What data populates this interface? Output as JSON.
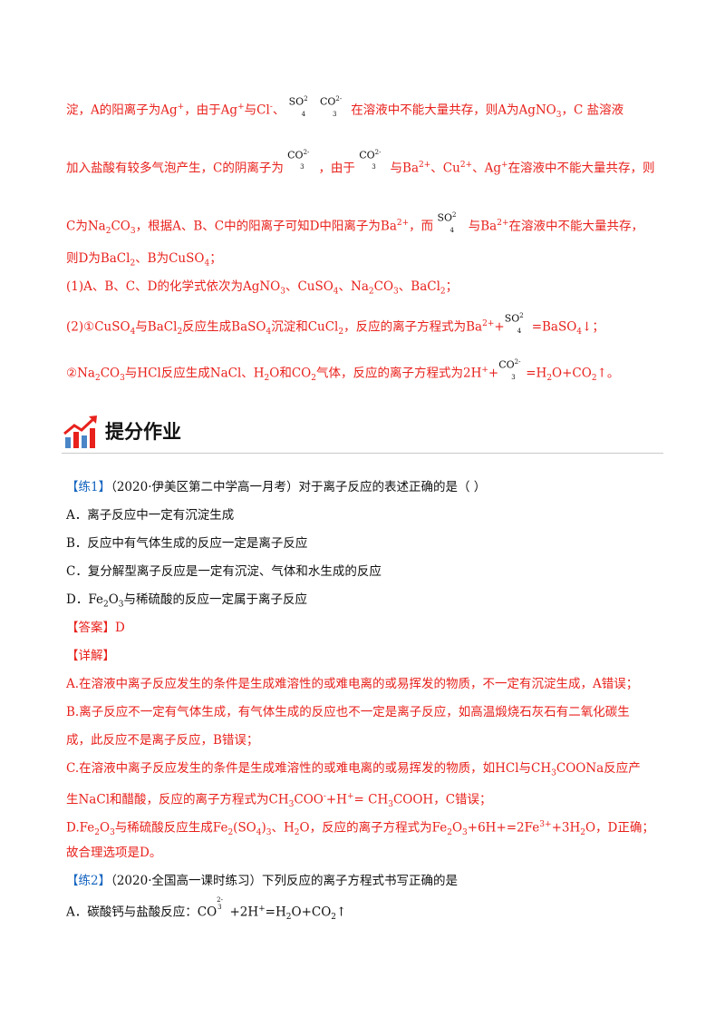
{
  "answer_block": {
    "l1": {
      "a": "淀，A的阳离子为Ag",
      "b": "，由于Ag",
      "c": "与Cl",
      "d": "、",
      "e": "在溶液中不能大量共存，则A为AgNO",
      "f": "，C  盐溶液"
    },
    "l2": {
      "a": "加入盐酸有较多气泡产生，C的阴离子为",
      "b": "，由于",
      "c": "与Ba",
      "d": "、Cu",
      "e": "、Ag",
      "f": "在溶液中不能大量共存，则"
    },
    "l3": {
      "a": "C为Na",
      "b": "CO",
      "c": "，根据A、B、C中的阳离子可知D中阳离子为Ba",
      "d": "，而",
      "e": "与Ba",
      "f": "在溶液中不能大量共存，"
    },
    "l4": {
      "a": "则D为BaCl",
      "b": "、B为CuSO",
      "c": "；"
    },
    "l5": {
      "a": "(1)A、B、C、D的化学式依次为AgNO",
      "b": "、CuSO",
      "c": "、Na",
      "d": "CO",
      "e": "、BaCl",
      "f": "；"
    },
    "l6": {
      "a": "(2)①CuSO",
      "b": "与BaCl",
      "c": "反应生成BaSO",
      "d": "沉淀和CuCl",
      "e": "，反应的离子方程式为Ba",
      "f": "+",
      "g": "=BaSO",
      "h": "↓；"
    },
    "l7": {
      "a": "②Na",
      "b": "CO",
      "c": "与HCl反应生成NaCl、H",
      "d": "O和CO",
      "e": "气体，反应的离子方程式为2H",
      "f": "+",
      "g": "=H",
      "h": "O+CO",
      "i": "↑。"
    }
  },
  "sup": {
    "plus": "+",
    "minus": "-",
    "two_plus": "2+",
    "two_minus": "2-",
    "three_plus": "3+",
    "sub2": "2",
    "sub3": "3",
    "sub4": "4"
  },
  "ions": {
    "so": "SO",
    "co": "CO"
  },
  "section": {
    "title": "提分作业"
  },
  "q1": {
    "tag": "【练1】",
    "stem": "（2020·伊美区第二中学高一月考）对于离子反应的表述正确的是（      ）",
    "options": [
      "A．离子反应中一定有沉淀生成",
      "B．反应中有气体生成的反应一定是离子反应",
      "C．复分解型离子反应是一定有沉淀、气体和水生成的反应"
    ],
    "optD": {
      "a": "D．Fe",
      "b": "O",
      "c": "与稀硫酸的反应一定属于离子反应"
    },
    "answer_label": "【答案】D",
    "detail_label": "【详解】",
    "a_line": "A.在溶液中离子反应发生的条件是生成难溶性的或难电离的或易挥发的物质，不一定有沉淀生成，A错误；",
    "b_line1": "B.离子反应不一定有气体生成，有气体生成的反应也不一定是离子反应，如高温煅烧石灰石有二氧化碳生",
    "b_line2": "成，此反应不是离子反应，B错误；",
    "c_line1": {
      "a": "C.在溶液中离子反应发生的条件是生成难溶性的或难电离的或易挥发的物质，如HCl与CH",
      "b": "COONa反应产"
    },
    "c_line2": {
      "a": "生NaCl和醋酸，反应的离子方程式为CH",
      "b": "COO",
      "c": "+H",
      "d": "= CH",
      "e": "COOH，C错误；"
    },
    "d_line": {
      "a": "D.Fe",
      "b": "O",
      "c": "与稀硫酸反应生成Fe",
      "d": "(SO",
      "e": ")",
      "f": "、H",
      "g": "O，反应的离子方程式为Fe",
      "h": "O",
      "i": "+6H+=2Fe",
      "j": "+3H",
      "k": "O，D正确；"
    },
    "conclusion": "故合理选项是D。"
  },
  "q2": {
    "tag": "【练2】",
    "stem": "（2020·全国高一课时练习）下列反应的离子方程式书写正确的是",
    "optA": {
      "a": "A．碳酸钙与盐酸反应：CO",
      "b": " +2H",
      "c": "=H",
      "d": "O+CO",
      "e": "↑"
    }
  }
}
